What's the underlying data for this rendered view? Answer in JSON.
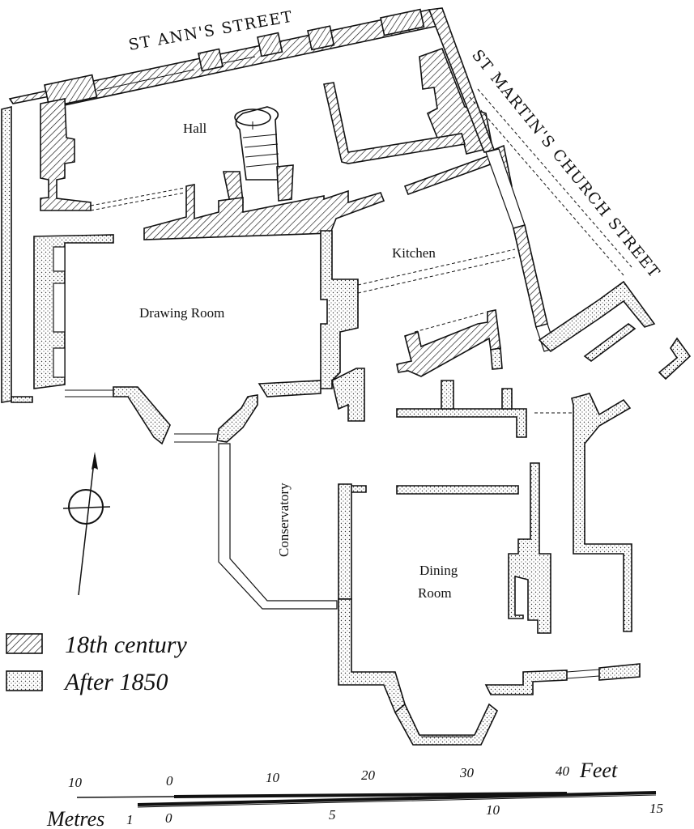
{
  "streets": {
    "st_ann": "ST ANN'S STREET",
    "st_martin": "ST MARTIN'S CHURCH STREET"
  },
  "rooms": {
    "hall": "Hall",
    "kitchen": "Kitchen",
    "drawing_room": "Drawing Room",
    "conservatory": "Conservatory",
    "dining_line1": "Dining",
    "dining_line2": "Room"
  },
  "legend": {
    "c18": "18th century",
    "after1850": "After 1850"
  },
  "scale": {
    "feet_label": "Feet",
    "metres_label": "Metres",
    "feet_ticks": [
      "10",
      "0",
      "10",
      "20",
      "30",
      "40"
    ],
    "metre_ticks": [
      "1",
      "0",
      "5",
      "10",
      "15"
    ]
  },
  "colors": {
    "ink": "#111111",
    "paper": "#ffffff"
  }
}
